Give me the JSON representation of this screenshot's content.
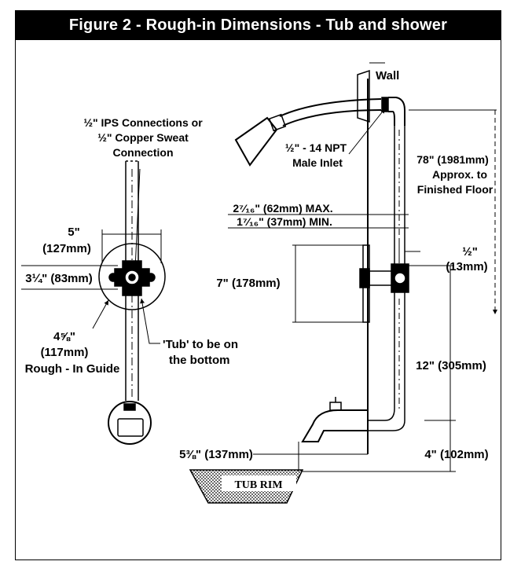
{
  "title": "Figure 2 - Rough-in Dimensions - Tub and shower",
  "labels": {
    "wall": "Wall",
    "ips_line1": "½\" IPS Connections or",
    "ips_line2": "½\" Copper Sweat",
    "ips_line3": "Connection",
    "inlet_line1": "½\" - 14 NPT",
    "inlet_line2": "Male Inlet",
    "floor_line1": "78\" (1981mm)",
    "floor_line2": "Approx. to",
    "floor_line3": "Finished Floor",
    "max": "2⁷⁄₁₆\" (62mm) MAX.",
    "min": "1⁷⁄₁₆\" (37mm) MIN.",
    "five_in": "5\"",
    "five_mm": "(127mm)",
    "three_q": "3¼\" (83mm)",
    "half_in": "½\"",
    "half_mm": "(13mm)",
    "seven": "7\" (178mm)",
    "guide_in": "4⅝\"",
    "guide_mm": "(117mm)",
    "guide_txt": "Rough - In Guide",
    "tub_line1": "'Tub' to be on",
    "tub_line2": "the bottom",
    "twelve": "12\" (305mm)",
    "five_38": "5⅜\" (137mm)",
    "four": "4\" (102mm)",
    "tub_rim": "TUB RIM"
  }
}
